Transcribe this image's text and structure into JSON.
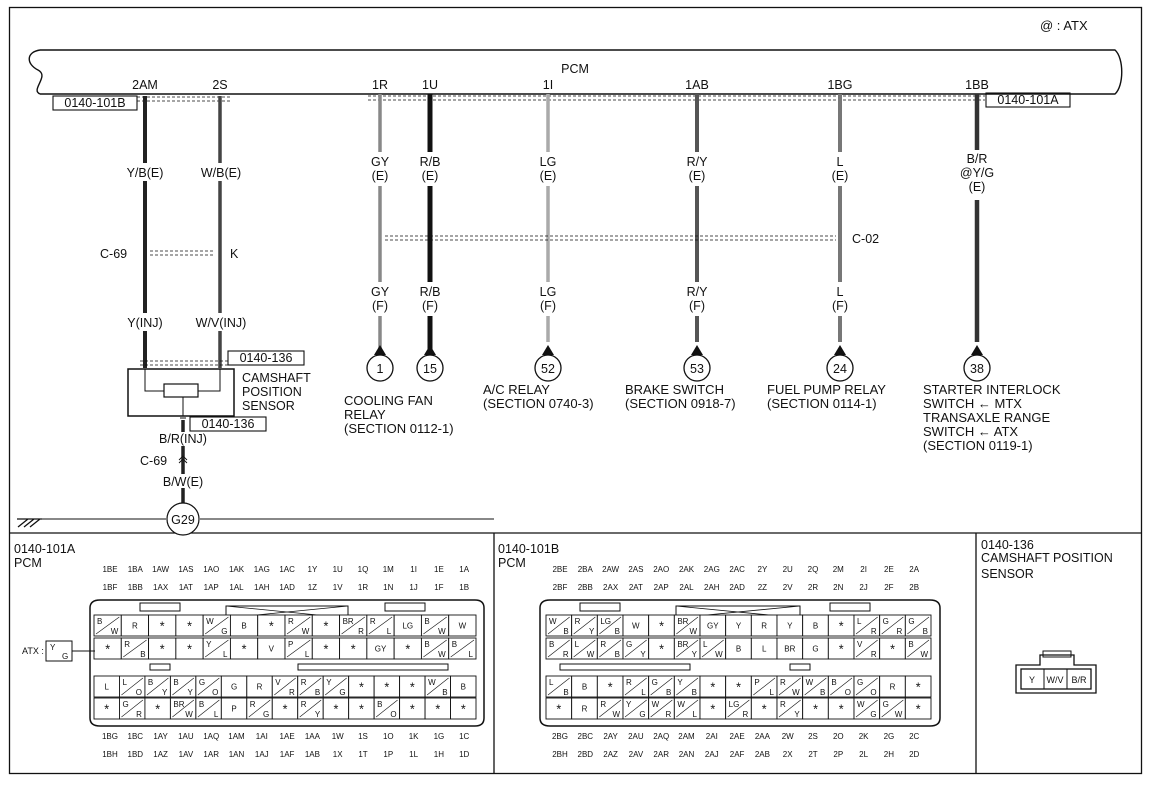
{
  "header": {
    "note": "@ : ATX"
  },
  "pcm_label": "PCM",
  "conn_left_tag": "0140-101B",
  "conn_right_tag": "0140-101A",
  "sensor_tag_top": "0140-136",
  "sensor_tag_bottom": "0140-136",
  "sensor_name": [
    "CAMSHAFT",
    "POSITION",
    "SENSOR"
  ],
  "pins": [
    "2AM",
    "2S",
    "1R",
    "1U",
    "1I",
    "1AB",
    "1BG",
    "1BB"
  ],
  "wire_upper": [
    [
      "Y/B(E)"
    ],
    [
      "W/B(E)"
    ],
    [
      "GY",
      "(E)"
    ],
    [
      "R/B",
      "(E)"
    ],
    [
      "LG",
      "(E)"
    ],
    [
      "R/Y",
      "(E)"
    ],
    [
      "L",
      "(E)"
    ],
    [
      "B/R",
      "@Y/G",
      "(E)"
    ]
  ],
  "wire_lower": [
    [
      "Y(INJ)"
    ],
    [
      "W/V(INJ)"
    ],
    [
      "GY",
      "(F)"
    ],
    [
      "R/B",
      "(F)"
    ],
    [
      "LG",
      "(F)"
    ],
    [
      "R/Y",
      "(F)"
    ],
    [
      "L",
      "(F)"
    ]
  ],
  "junction_c69": {
    "label": "C-69",
    "pin": "K"
  },
  "junction_c02": "C-02",
  "targets": [
    {
      "num": "1",
      "lines": [
        "COOLING FAN",
        "RELAY",
        "(SECTION 0112-1)"
      ]
    },
    {
      "num": "15",
      "lines": []
    },
    {
      "num": "52",
      "lines": [
        "A/C RELAY",
        "(SECTION 0740-3)"
      ]
    },
    {
      "num": "53",
      "lines": [
        "BRAKE SWITCH",
        "(SECTION 0918-7)"
      ]
    },
    {
      "num": "24",
      "lines": [
        "FUEL PUMP RELAY",
        "(SECTION 0114-1)"
      ]
    },
    {
      "num": "38",
      "lines": [
        "STARTER INTERLOCK",
        "SWITCH ← MTX",
        "TRANSAXLE RANGE",
        "SWITCH ← ATX",
        "(SECTION 0119-1)"
      ]
    }
  ],
  "ground_path": {
    "wire1": "B/R(INJ)",
    "conn": "C-69",
    "wire2": "B/W(E)",
    "ground": "G29"
  },
  "panel_a": {
    "id": "0140-101A",
    "name": "PCM",
    "top_row1": [
      "1BE",
      "1BA",
      "1AW",
      "1AS",
      "1AO",
      "1AK",
      "1AG",
      "1AC",
      "1Y",
      "1U",
      "1Q",
      "1M",
      "1I",
      "1E",
      "1A"
    ],
    "top_row2": [
      "1BF",
      "1BB",
      "1AX",
      "1AT",
      "1AP",
      "1AL",
      "1AH",
      "1AD",
      "1Z",
      "1V",
      "1R",
      "1N",
      "1J",
      "1F",
      "1B"
    ],
    "bot_row1": [
      "1BG",
      "1BC",
      "1AY",
      "1AU",
      "1AQ",
      "1AM",
      "1AI",
      "1AE",
      "1AA",
      "1W",
      "1S",
      "1O",
      "1K",
      "1G",
      "1C"
    ],
    "bot_row2": [
      "1BH",
      "1BD",
      "1AZ",
      "1AV",
      "1AR",
      "1AN",
      "1AJ",
      "1AF",
      "1AB",
      "1X",
      "1T",
      "1P",
      "1L",
      "1H",
      "1D"
    ],
    "atx_label": "ATX :",
    "cells_r1": [
      "B/W",
      "R",
      "*",
      "*",
      "W/G",
      "B",
      "*",
      "R/W",
      "*",
      "BR/R",
      "R/L",
      "LG",
      "B/W",
      "W"
    ],
    "cells_r2": [
      "*",
      "R/B",
      "*",
      "*",
      "Y/L",
      "*",
      "V",
      "P/L",
      "*",
      "*",
      "GY",
      "*",
      "B/W",
      "B/L"
    ],
    "cells_r3": [
      "L",
      "L/O",
      "B/Y",
      "B/Y",
      "G/O",
      "G",
      "R",
      "V/R",
      "R/B",
      "Y/G",
      "*",
      "*",
      "*",
      "W/B",
      "B"
    ],
    "cells_r4": [
      "*",
      "G/R",
      "*",
      "BR/W",
      "B/L",
      "P",
      "R/G",
      "*",
      "R/Y",
      "*",
      "*",
      "B/O",
      "*",
      "*",
      "*"
    ]
  },
  "panel_b": {
    "id": "0140-101B",
    "name": "PCM",
    "top_row1": [
      "2BE",
      "2BA",
      "2AW",
      "2AS",
      "2AO",
      "2AK",
      "2AG",
      "2AC",
      "2Y",
      "2U",
      "2Q",
      "2M",
      "2I",
      "2E",
      "2A"
    ],
    "top_row2": [
      "2BF",
      "2BB",
      "2AX",
      "2AT",
      "2AP",
      "2AL",
      "2AH",
      "2AD",
      "2Z",
      "2V",
      "2R",
      "2N",
      "2J",
      "2F",
      "2B"
    ],
    "bot_row1": [
      "2BG",
      "2BC",
      "2AY",
      "2AU",
      "2AQ",
      "2AM",
      "2AI",
      "2AE",
      "2AA",
      "2W",
      "2S",
      "2O",
      "2K",
      "2G",
      "2C"
    ],
    "bot_row2": [
      "2BH",
      "2BD",
      "2AZ",
      "2AV",
      "2AR",
      "2AN",
      "2AJ",
      "2AF",
      "2AB",
      "2X",
      "2T",
      "2P",
      "2L",
      "2H",
      "2D"
    ],
    "cells_r1": [
      "W/B",
      "R/Y",
      "LG/B",
      "W",
      "*",
      "BR/W",
      "GY",
      "Y",
      "R",
      "Y",
      "B",
      "*",
      "L/R",
      "G/R",
      "G/B"
    ],
    "cells_r2": [
      "B/R",
      "L/W",
      "R/B",
      "G/Y",
      "*",
      "BR/Y",
      "L/W",
      "B",
      "L",
      "BR",
      "G",
      "*",
      "V/R",
      "*",
      "B/W"
    ],
    "cells_r3": [
      "L/B",
      "B",
      "*",
      "R/L",
      "G/B",
      "Y/B",
      "*",
      "*",
      "P/L",
      "R/W",
      "W/B",
      "B/O",
      "G/O",
      "R",
      "*"
    ],
    "cells_r4": [
      "*",
      "R",
      "R/W",
      "Y/G",
      "W/R",
      "W/L",
      "*",
      "LG/R",
      "*",
      "R/Y",
      "*",
      "*",
      "W/G",
      "G/W",
      "*"
    ]
  },
  "panel_c": {
    "id": "0140-136",
    "name_lines": [
      "CAMSHAFT POSITION",
      "SENSOR"
    ],
    "pins": [
      "Y",
      "W/V",
      "B/R"
    ]
  }
}
